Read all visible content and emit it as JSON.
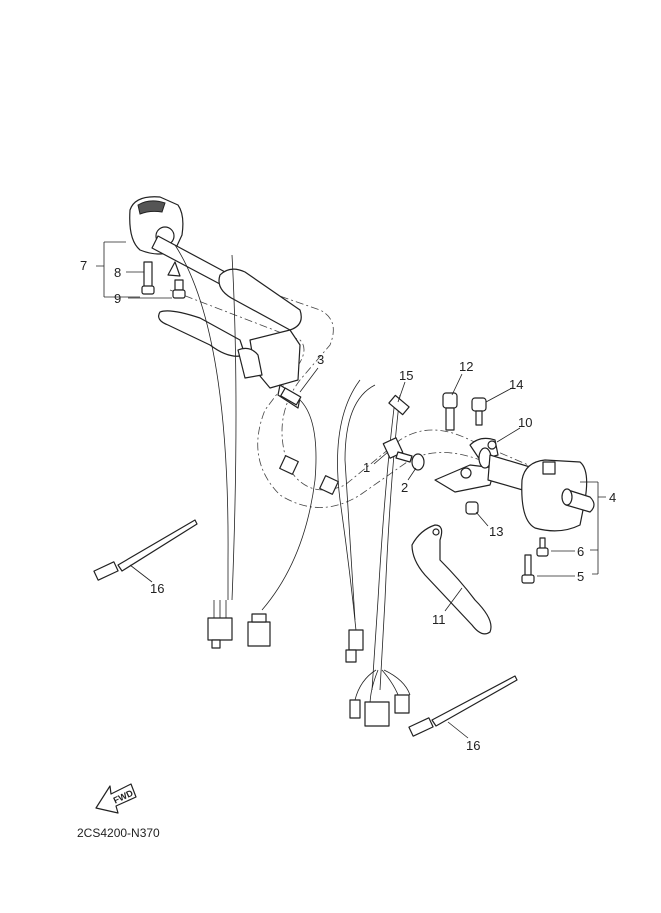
{
  "diagram": {
    "diagram_code": "2CS4200-N370",
    "fwd_label": "FWD",
    "callouts": {
      "c1": "1",
      "c2": "2",
      "c3": "3",
      "c4": "4",
      "c5": "5",
      "c6": "6",
      "c7": "7",
      "c8": "8",
      "c9": "9",
      "c10": "10",
      "c11": "11",
      "c12": "12",
      "c13": "13",
      "c14": "14",
      "c15": "15",
      "c16a": "16",
      "c16b": "16"
    }
  }
}
